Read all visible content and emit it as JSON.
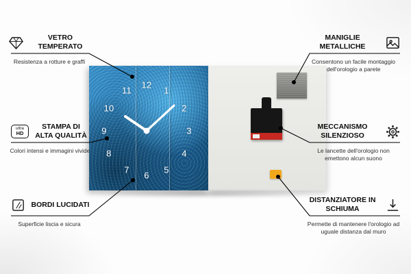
{
  "colors": {
    "clock_blue": "#2a79b4",
    "back_panel_gray": "#e8e8e4",
    "mechanism_black": "#161616",
    "mechanism_red": "#c62822",
    "foam_orange": "#f2a81d",
    "line_black": "#000000"
  },
  "clock": {
    "numbers": [
      "12",
      "1",
      "2",
      "3",
      "4",
      "5",
      "6",
      "7",
      "8",
      "9",
      "10",
      "11"
    ]
  },
  "callouts": [
    {
      "id": "vetro-temperato",
      "icon": "diamond-icon",
      "title": "VETRO TEMPERATO",
      "subtitle": "Resistenza a rotture e graffi"
    },
    {
      "id": "stampa-di-alta-qualita",
      "icon": "ultra-hd-badge-icon",
      "icon_text_top": "ultra",
      "icon_text_bottom": "HD",
      "title": "STAMPA DI ALTA QUALITÀ",
      "subtitle": "Colori intensi e immagini vivide"
    },
    {
      "id": "bordi-lucidati",
      "icon": "polished-surface-icon",
      "title": "BORDI LUCIDATI",
      "subtitle": "Superficie liscia e sicura"
    },
    {
      "id": "maniglie-metalliche",
      "icon": "picture-frame-icon",
      "title": "MANIGLIE METALLICHE",
      "subtitle": "Consentono un facile montaggio dell'orologio a parete"
    },
    {
      "id": "meccanismo-silenzioso",
      "icon": "gear-icon",
      "title": "MECCANISMO SILENZIOSO",
      "subtitle": "Le lancette dell'orologio non emettono alcun suono"
    },
    {
      "id": "distanziatore-in-schiuma",
      "icon": "spacer-arrow-icon",
      "title": "DISTANZIATORE IN SCHIUMA",
      "subtitle": "Permette di mantenere l'orologio ad uguale distanza dal muro"
    }
  ]
}
